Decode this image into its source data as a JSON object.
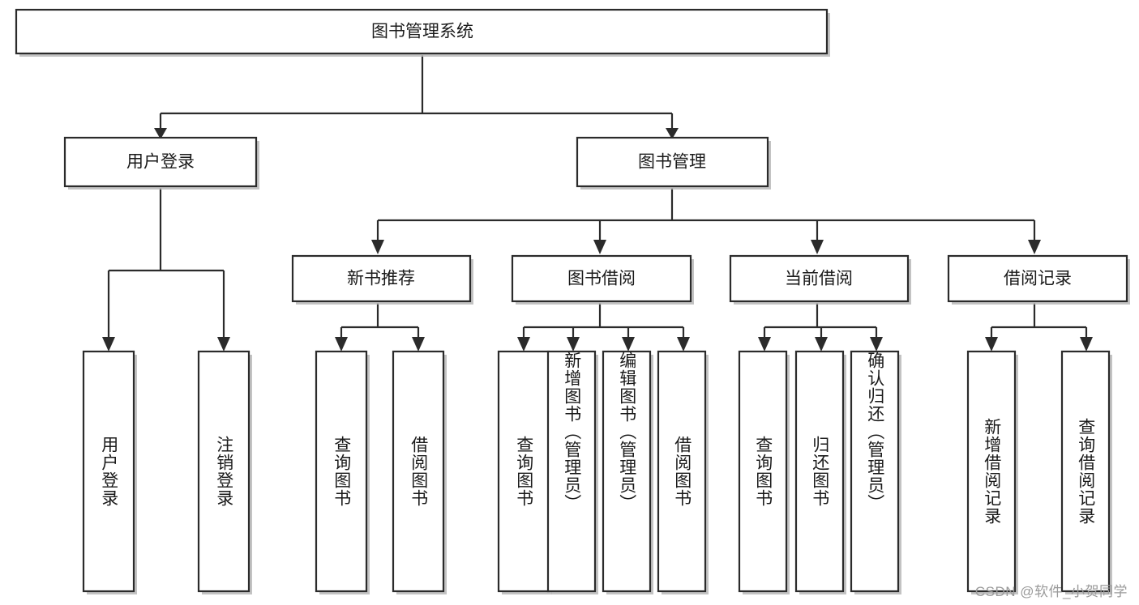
{
  "diagram": {
    "type": "tree-hierarchy",
    "title": "图书管理系统",
    "orientation": "top-down",
    "root": {
      "label": "图书管理系统",
      "level": 0
    },
    "level1": [
      {
        "label": "用户登录"
      },
      {
        "label": "图书管理"
      }
    ],
    "level2": [
      {
        "label": "新书推荐",
        "parent": "图书管理"
      },
      {
        "label": "图书借阅",
        "parent": "图书管理"
      },
      {
        "label": "当前借阅",
        "parent": "图书管理"
      },
      {
        "label": "借阅记录",
        "parent": "图书管理"
      }
    ],
    "leaves": [
      {
        "label": "用户登录",
        "parent": "用户登录"
      },
      {
        "label": "注销登录",
        "parent": "用户登录"
      },
      {
        "label": "查询图书",
        "parent": "新书推荐"
      },
      {
        "label": "借阅图书",
        "parent": "新书推荐"
      },
      {
        "label": "查询图书",
        "parent": "图书借阅"
      },
      {
        "label": "新增图书（管理员）",
        "parent": "图书借阅"
      },
      {
        "label": "编辑图书（管理员）",
        "parent": "图书借阅"
      },
      {
        "label": "借阅图书",
        "parent": "图书借阅"
      },
      {
        "label": "查询图书",
        "parent": "当前借阅"
      },
      {
        "label": "归还图书",
        "parent": "当前借阅"
      },
      {
        "label": "确认归还（管理员）",
        "parent": "当前借阅"
      },
      {
        "label": "新增借阅记录",
        "parent": "借阅记录"
      },
      {
        "label": "查询借阅记录",
        "parent": "借阅记录"
      }
    ],
    "watermark": "CSDN @软件_小贺同学",
    "colors": {
      "stroke": "#2b2b2b",
      "fill": "#ffffff",
      "text": "#1a1a1a",
      "shadow": "#b9b9b9",
      "watermark": "#9a9a9a"
    }
  }
}
